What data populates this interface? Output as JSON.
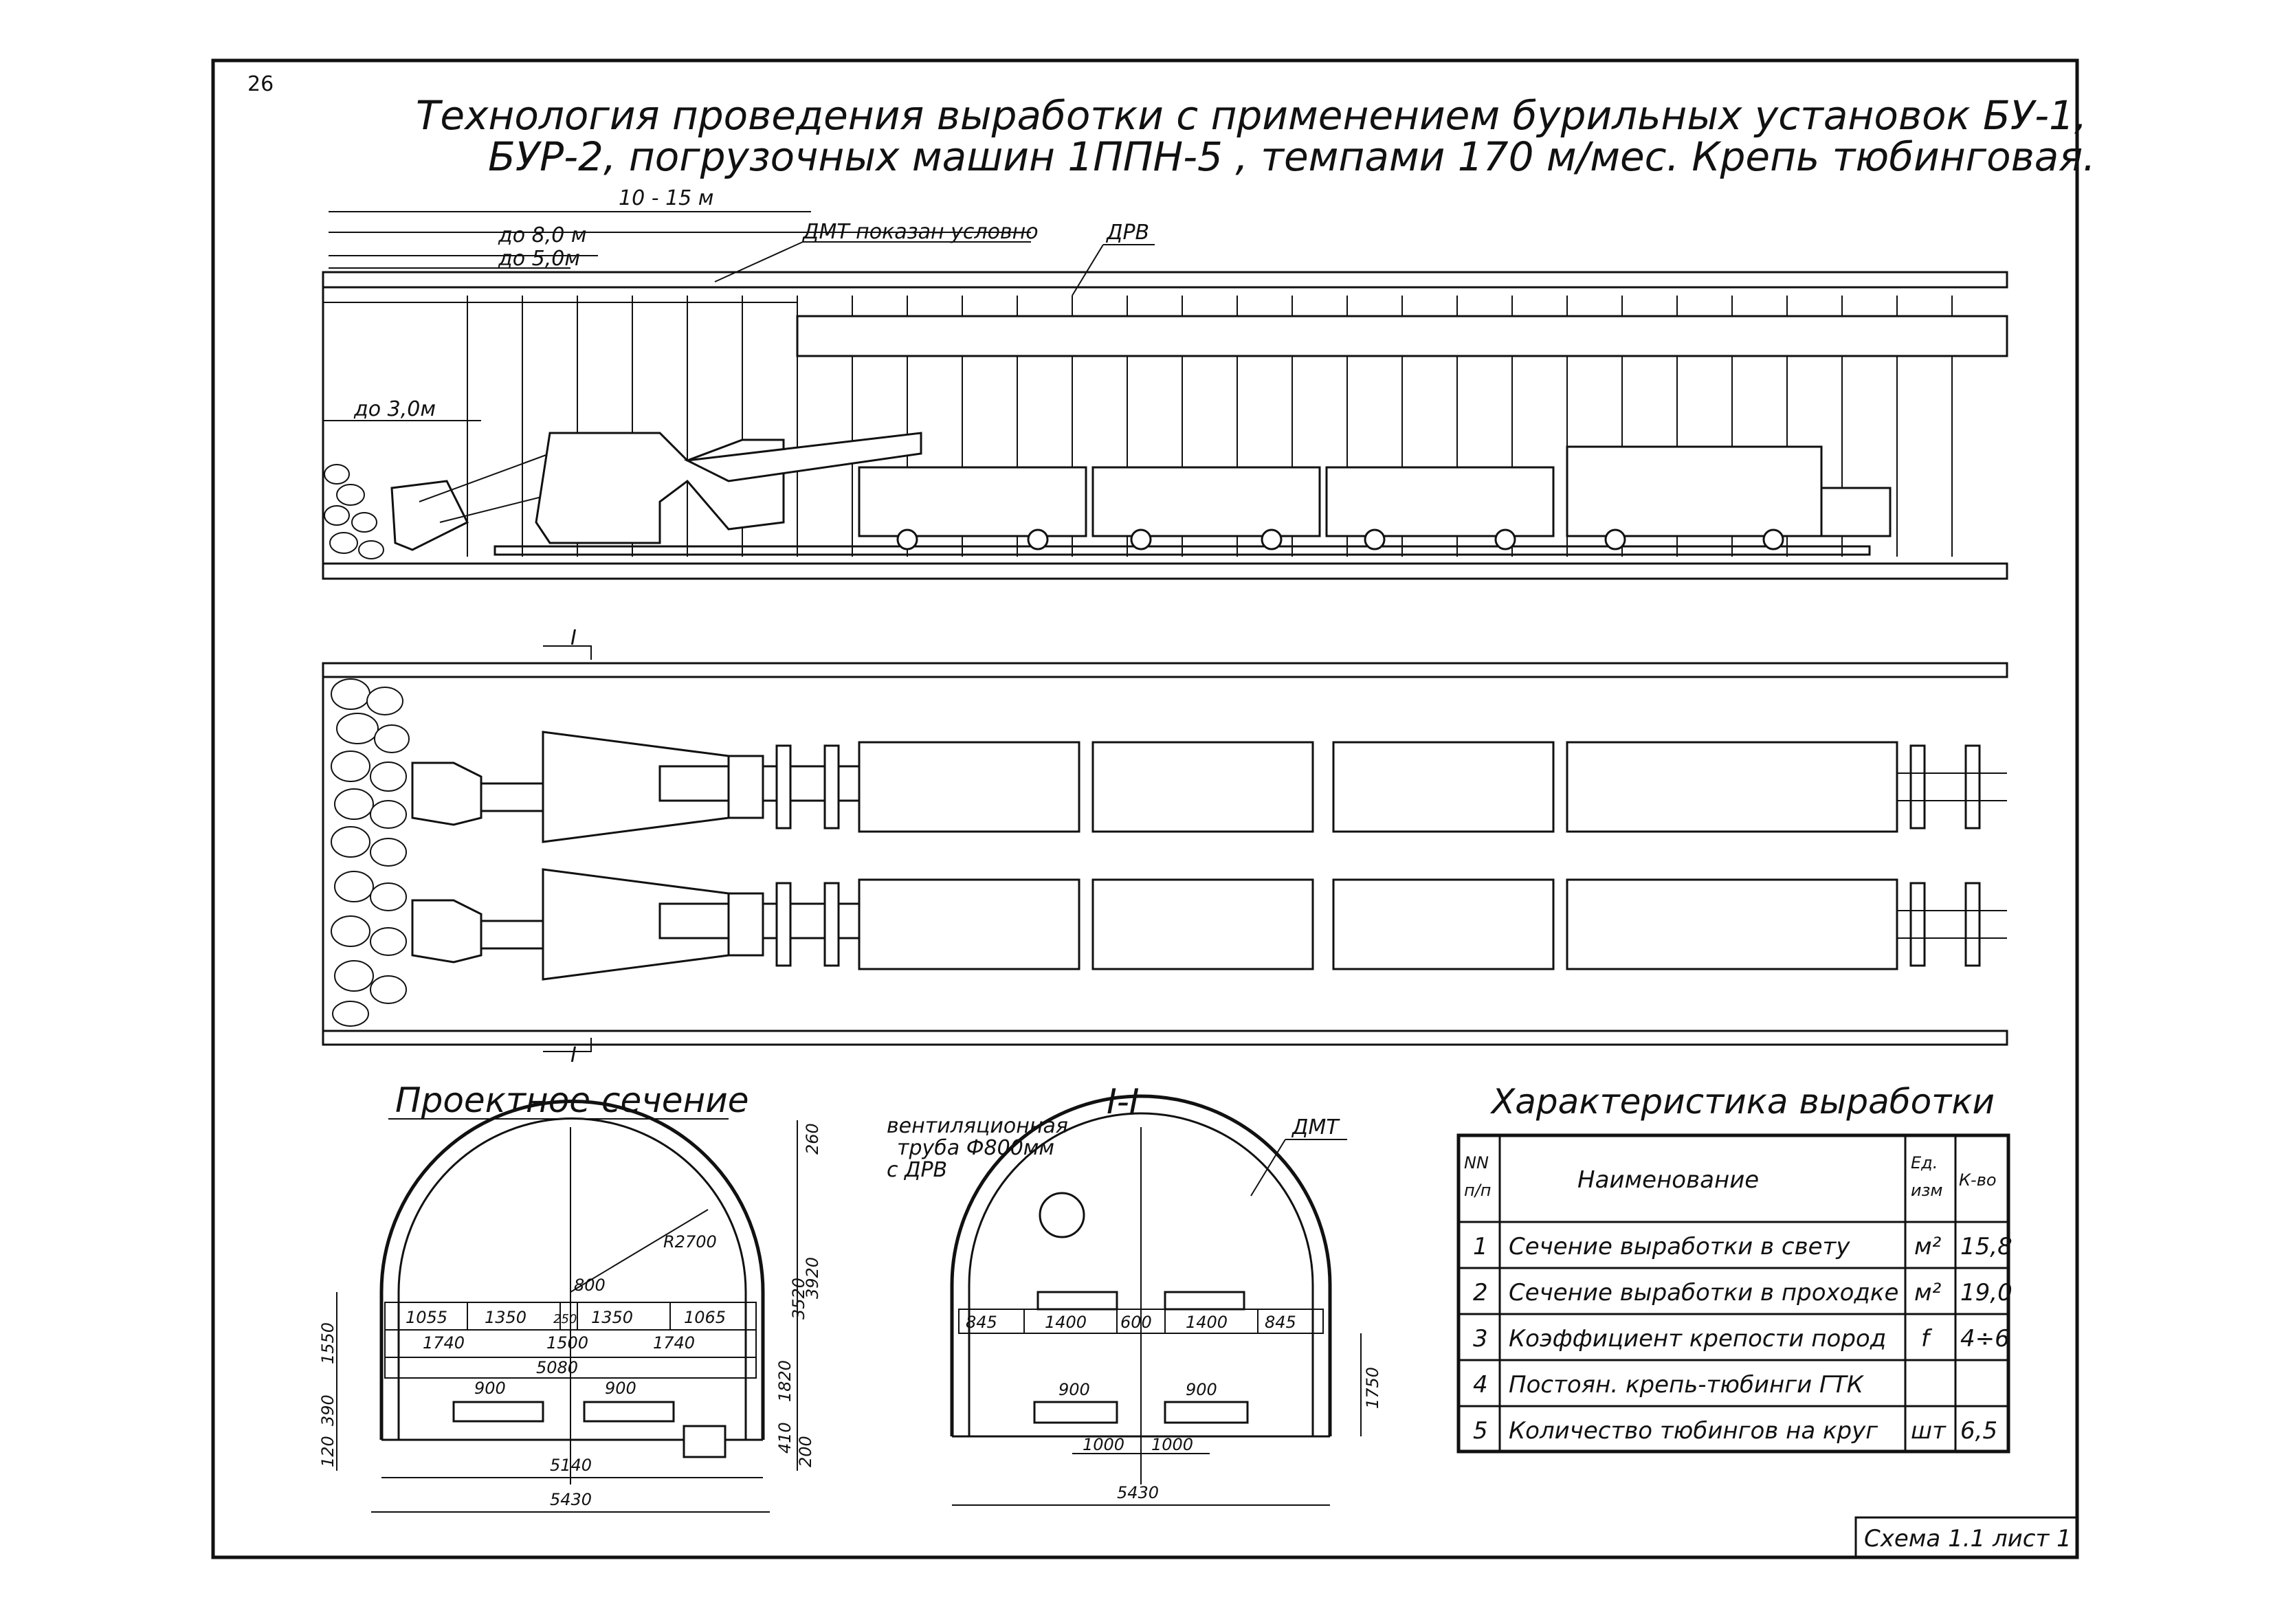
{
  "page_number": "26",
  "title": {
    "line1": "Технология проведения выработки с применением бурильных установок БУ-1,",
    "line2": "БУР-2, погрузочных машин 1ППН-5 , темпами 170 м/мес. Крепь тюбинговая."
  },
  "side_view": {
    "dim_total": "10 - 15 м",
    "dim_8": "до 8,0 м",
    "dim_5": "до 5,0м",
    "dim_3": "до 3,0м",
    "dmt_note": "ДМТ показан условно",
    "drv_label": "ДРВ"
  },
  "plan_view": {
    "section_mark_top": "I",
    "section_mark_bottom": "I"
  },
  "project_section": {
    "title": "Проектное сечение",
    "radius": "R2700",
    "dims": {
      "d1055a": "1055",
      "d1350a": "1350",
      "d250": "250",
      "d1350b": "1350",
      "d1055b": "1065",
      "d1740a": "1740",
      "d1500": "1500",
      "d1740b": "1740",
      "d5080": "5080",
      "d900a": "900",
      "d900b": "900",
      "d5140": "5140",
      "d5430": "5430",
      "d800": "800",
      "v260": "260",
      "v3520": "3520",
      "v3920": "3920",
      "v1820": "1820",
      "v410": "410",
      "v200": "200",
      "v1550": "1550",
      "v390": "390",
      "v120": "120"
    }
  },
  "section_1_1": {
    "title": "I-I",
    "vent_label": "вентиляционная труба Ф800мм с ДРВ",
    "dmt_label": "ДМТ",
    "dims": {
      "d845a": "845",
      "d1400a": "1400",
      "d600": "600",
      "d1400b": "1400",
      "d845b": "845",
      "d900a": "900",
      "d900b": "900",
      "d1000a": "1000",
      "d1000b": "1000",
      "d5430": "5430",
      "v1750": "1750"
    }
  },
  "characteristics": {
    "title": "Характеристика выработки",
    "headers": [
      "NN п/п",
      "Наименование",
      "Ед. изм",
      "К-во"
    ],
    "rows": [
      [
        "1",
        "Сечение выработки в свету",
        "м²",
        "15,8"
      ],
      [
        "2",
        "Сечение выработки в проходке",
        "м²",
        "19,0"
      ],
      [
        "3",
        "Коэффициент крепости пород",
        "f",
        "4÷6"
      ],
      [
        "4",
        "Постоян. крепь-тюбинги ГТК",
        "",
        ""
      ],
      [
        "5",
        "Количество тюбингов на круг",
        "шт",
        "6,5"
      ]
    ]
  },
  "stamp": "Схема 1.1 лист 1"
}
